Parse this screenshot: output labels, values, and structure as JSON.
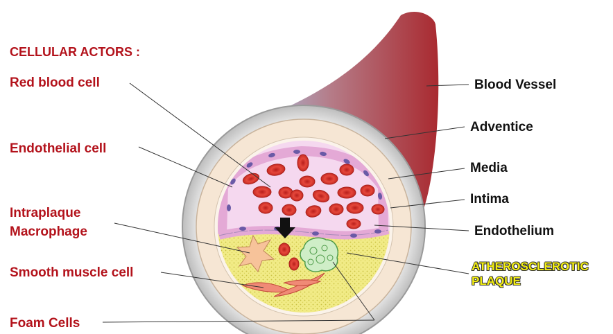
{
  "heading": "CELLULAR ACTORS :",
  "left_labels": {
    "red_blood_cell": "Red blood cell",
    "endothelial_cell": "Endothelial cell",
    "intraplaque_macrophage_1": "Intraplaque",
    "intraplaque_macrophage_2": "Macrophage",
    "smooth_muscle_cell": "Smooth muscle cell",
    "foam_cells": "Foam Cells"
  },
  "right_labels": {
    "blood_vessel": "Blood Vessel",
    "adventice": "Adventice",
    "media": "Media",
    "intima": "Intima",
    "endothelium": "Endothelium",
    "plaque_1": "ATHEROSCLEROTIC",
    "plaque_2": "PLAQUE"
  },
  "colors": {
    "label_red": "#b3121b",
    "label_dark": "#111111",
    "plaque_yellow": "#f3ee12",
    "vessel_red": "#a92a30",
    "vessel_blue": "#a8c3e4",
    "adventice": "#d3d3d3",
    "media": "#f6e6d4",
    "lumen": "#f5d8ef",
    "red_cell": "#d9362c",
    "plaque_fill": "#f0ea82"
  }
}
